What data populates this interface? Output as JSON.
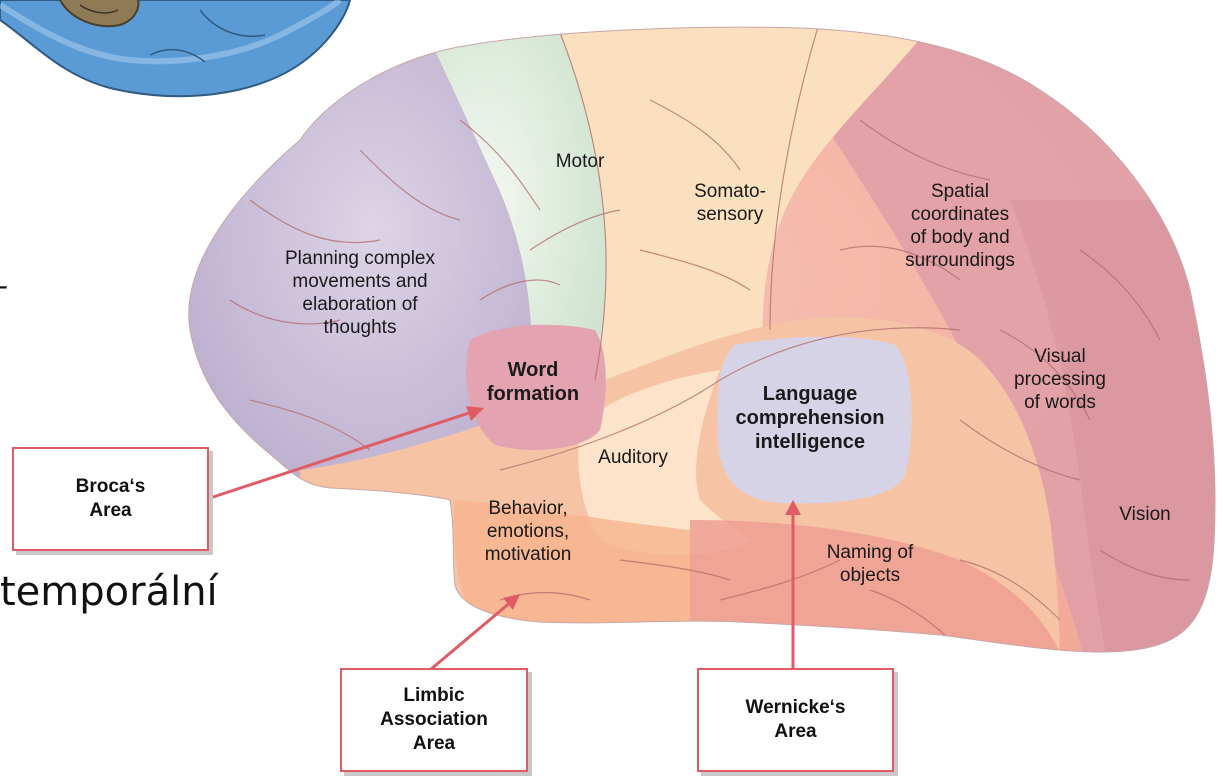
{
  "slide_fragments": {
    "temporal_word": "temporální",
    "edge_char": "-"
  },
  "regions": {
    "motor": "Motor",
    "somatosensory": "Somato-\nsensory",
    "spatial": "Spatial\ncoordinates\nof body and\nsurroundings",
    "planning": "Planning complex\nmovements and\nelaboration of\nthoughts",
    "word_formation": "Word\nformation",
    "language": "Language\ncomprehension\nintelligence",
    "visual_words": "Visual\nprocessing\nof words",
    "auditory": "Auditory",
    "behavior": "Behavior,\nemotions,\nmotivation",
    "vision": "Vision",
    "naming": "Naming of\nobjects"
  },
  "callouts": {
    "broca": "Broca‘s\nArea",
    "limbic": "Limbic\nAssociation\nArea",
    "wernicke": "Wernicke‘s\nArea"
  },
  "colors": {
    "prefrontal": "#b7a9cb",
    "motor": "#cfe3cf",
    "somatosensory": "#fbe0bf",
    "parietal": "#f2a796",
    "occipital": "#de9fa8",
    "wernicke_region": "#d7d3e6",
    "broca_region": "#e4a3b1",
    "temporal": "#f7c3a5",
    "arrow": "#e05c64",
    "sulci": "#b06a6a"
  }
}
